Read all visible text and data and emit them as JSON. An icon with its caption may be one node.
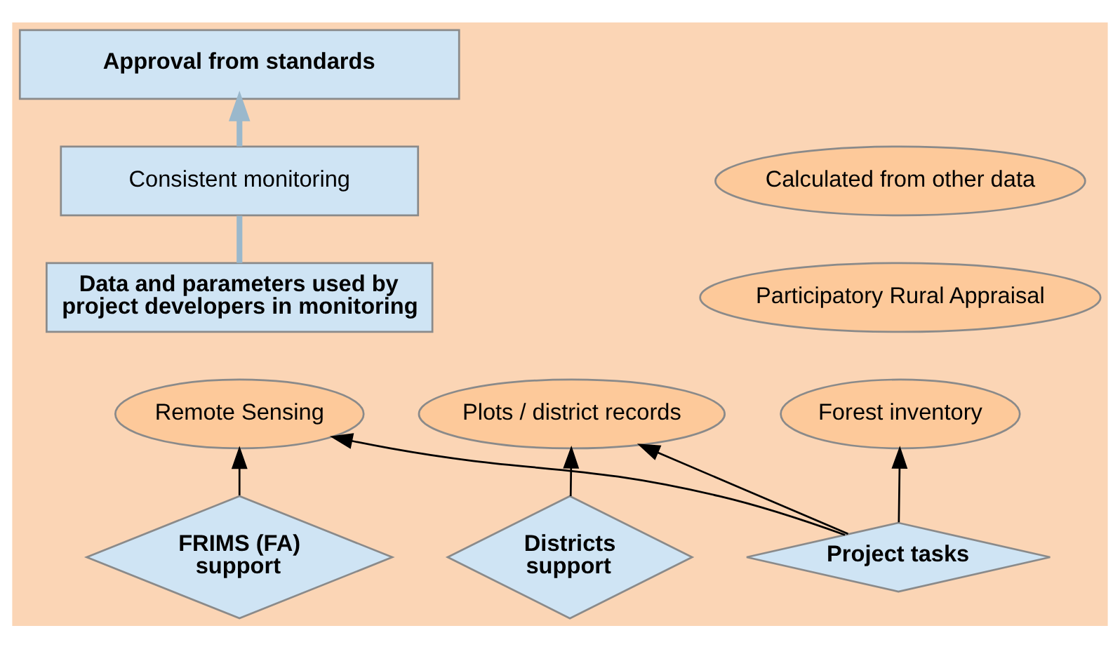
{
  "diagram": {
    "nodes": [
      {
        "text": [
          "Approval from standards"
        ]
      },
      {
        "text": [
          "Consistent monitoring"
        ]
      },
      {
        "text": [
          "Data and parameters used by project developers in monitoring"
        ]
      },
      {
        "text": [
          "Calculated from other data"
        ]
      },
      {
        "text": [
          "Participatory Rural Appraisal"
        ]
      },
      {
        "text": [
          "Forest inventory"
        ]
      },
      {
        "text": [
          "Remote Sensing"
        ]
      },
      {
        "text": [
          "Plots / district records"
        ]
      },
      {
        "text": [
          "FRIMS (FA) support"
        ]
      },
      {
        "text": [
          "Districts support"
        ]
      },
      {
        "text": [
          "Project tasks"
        ]
      }
    ],
    "edges": [
      {
        "from": 2,
        "to": 1,
        "arrow": "none",
        "style": "thick",
        "color": "#9ab8cc"
      },
      {
        "from": 1,
        "to": 0,
        "arrow": "to",
        "style": "thick",
        "color": "#9ab8cc"
      },
      {
        "from": 8,
        "to": 6,
        "arrow": "to"
      },
      {
        "from": 9,
        "to": 7,
        "arrow": "to"
      },
      {
        "from": 10,
        "to": 6,
        "arrow": "to"
      },
      {
        "from": 10,
        "to": 7,
        "arrow": "to"
      },
      {
        "from": 10,
        "to": 5,
        "arrow": "to"
      }
    ]
  }
}
